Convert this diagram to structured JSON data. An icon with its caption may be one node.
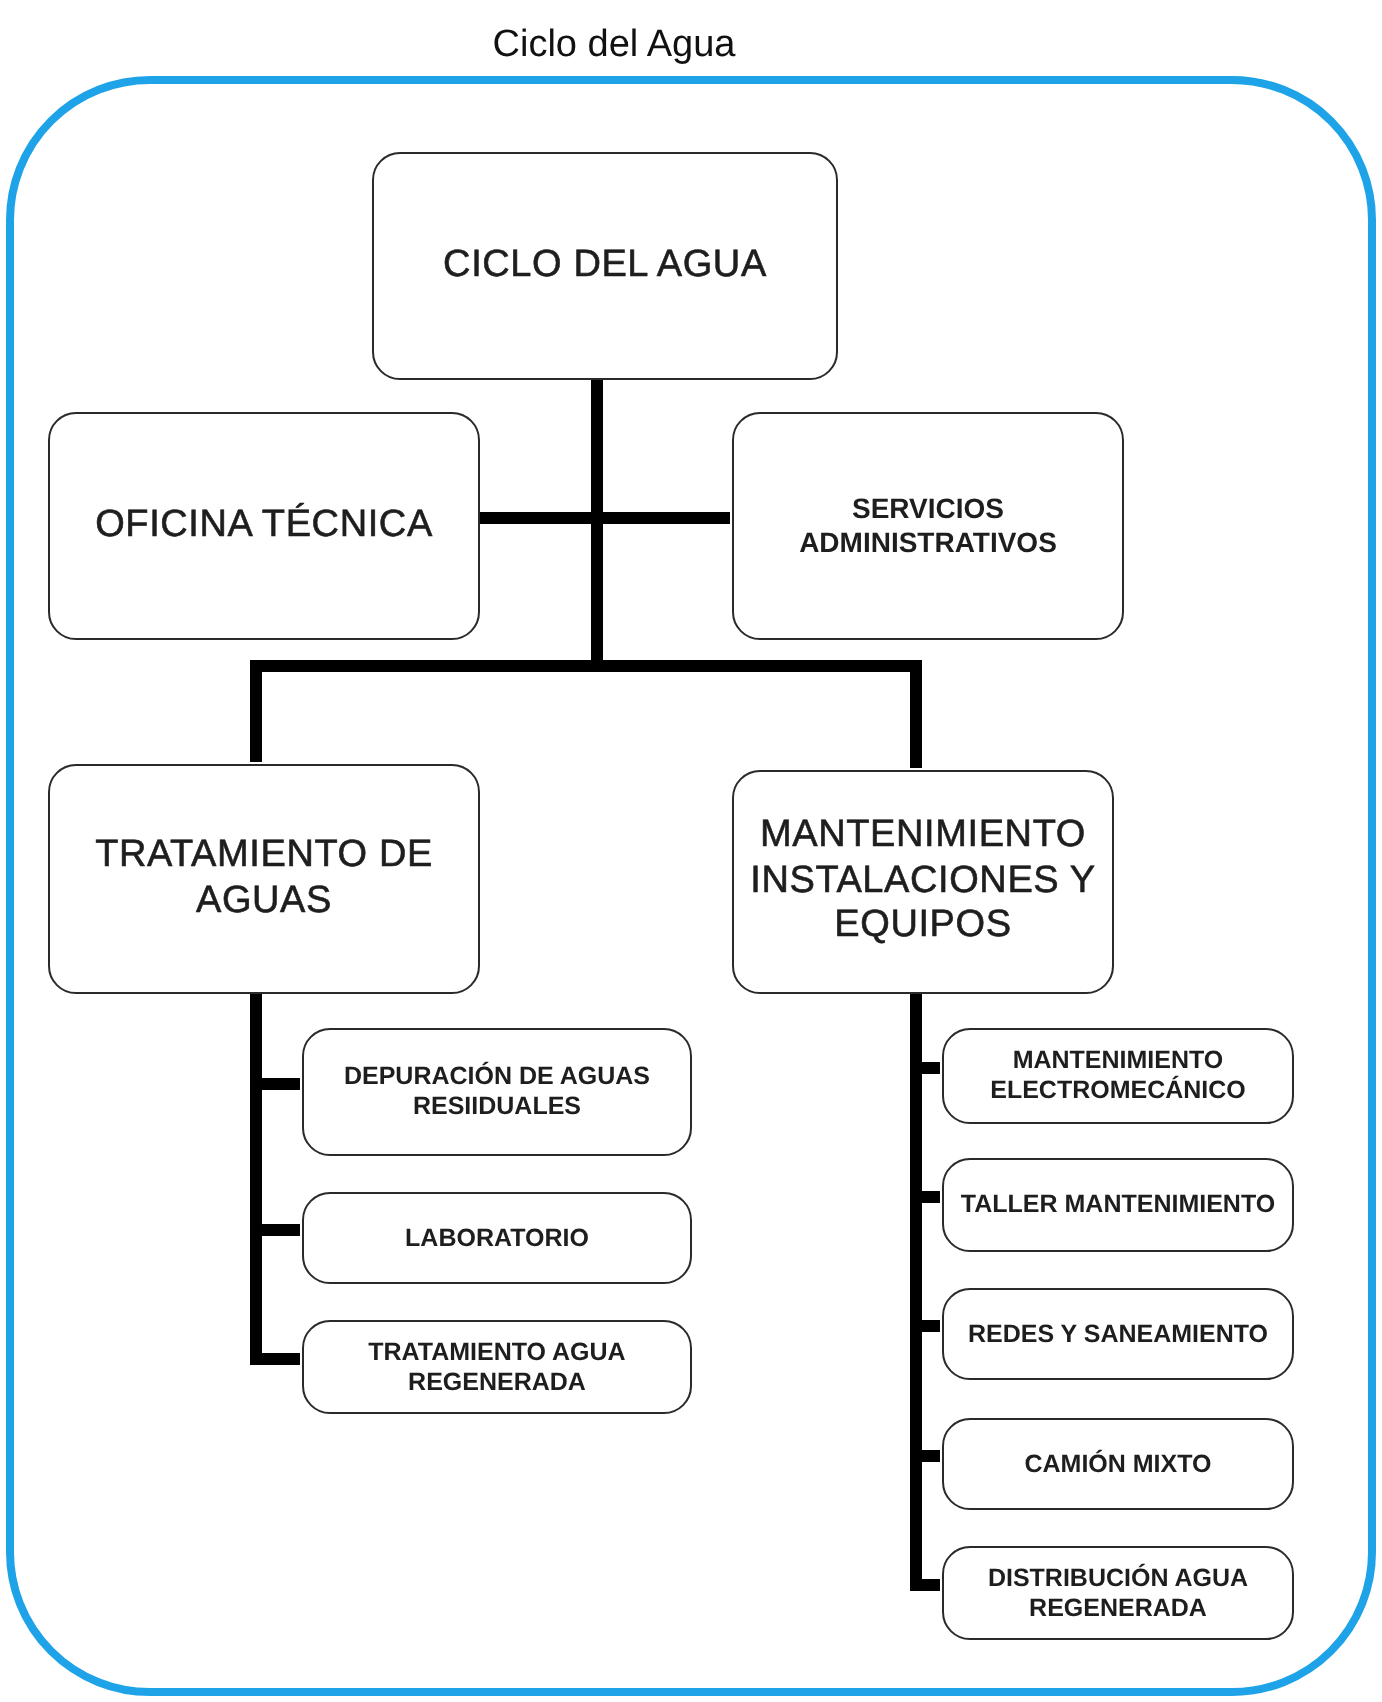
{
  "diagram": {
    "nodes": [
      {
        "text": [
          "Ciclo del Agua"
        ]
      },
      {
        "text": [
          "CICLO DEL AGUA"
        ],
        "in": 0
      },
      {
        "text": [
          "OFICINA TÉCNICA"
        ],
        "in": 0
      },
      {
        "text": [
          "SERVICIOS ADMINISTRATIVOS"
        ],
        "in": 0
      },
      {
        "text": [
          "TRATAMIENTO DE AGUAS"
        ],
        "in": 0
      },
      {
        "text": [
          "MANTENIMIENTO INSTALACIONES Y EQUIPOS"
        ],
        "in": 0
      },
      {
        "text": [
          "DEPURACIÓN DE AGUAS RESIIDUALES"
        ],
        "in": 0
      },
      {
        "text": [
          "LABORATORIO"
        ],
        "in": 0
      },
      {
        "text": [
          "TRATAMIENTO AGUA REGENERADA"
        ],
        "in": 0
      },
      {
        "text": [
          "MANTENIMIENTO ELECTROMECÁNICO"
        ],
        "in": 0
      },
      {
        "text": [
          "TALLER MANTENIMIENTO"
        ],
        "in": 0
      },
      {
        "text": [
          "REDES Y SANEAMIENTO"
        ],
        "in": 0
      },
      {
        "text": [
          "CAMIÓN MIXTO"
        ],
        "in": 0
      },
      {
        "text": [
          "DISTRIBUCIÓN AGUA REGENERADA"
        ],
        "in": 0
      }
    ],
    "edges": [
      {
        "from": 1,
        "to": 2,
        "arrow": "none"
      },
      {
        "from": 1,
        "to": 3,
        "arrow": "none"
      },
      {
        "from": 1,
        "to": 4,
        "arrow": "none"
      },
      {
        "from": 1,
        "to": 5,
        "arrow": "none"
      },
      {
        "from": 4,
        "to": 6,
        "arrow": "none"
      },
      {
        "from": 4,
        "to": 7,
        "arrow": "none"
      },
      {
        "from": 4,
        "to": 8,
        "arrow": "none"
      },
      {
        "from": 5,
        "to": 9,
        "arrow": "none"
      },
      {
        "from": 5,
        "to": 10,
        "arrow": "none"
      },
      {
        "from": 5,
        "to": 11,
        "arrow": "none"
      },
      {
        "from": 5,
        "to": 12,
        "arrow": "none"
      },
      {
        "from": 5,
        "to": 13,
        "arrow": "none"
      }
    ]
  }
}
